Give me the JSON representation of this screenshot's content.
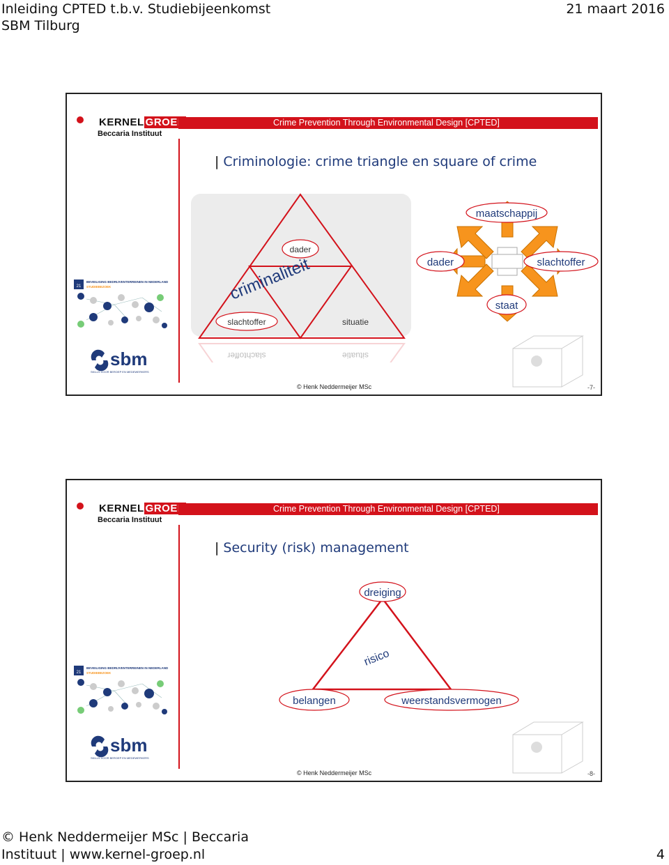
{
  "header": {
    "title": "Inleiding CPTED t.b.v. Studiebijeenkomst",
    "date": "21 maart 2016",
    "location": "SBM Tilburg"
  },
  "slides": [
    {
      "brand_kernel": "KERNEL",
      "brand_groep": "GROEP",
      "brand_sub": "Beccaria Instituut",
      "banner": "Crime Prevention Through Environmental Design [CPTED]",
      "title": "Criminologie: crime triangle en square of crime",
      "triangle": {
        "top": "dader",
        "center": "criminaliteit",
        "left": "slachtoffer",
        "right": "situatie"
      },
      "square": {
        "top": "staat",
        "left": "dader",
        "right": "slachtoffer",
        "bottom": "maatschappij"
      },
      "book_title": "BEVEILIGING BEDRIJVENTERREINEN IN NEDERLAND",
      "book_sub": "STUDIEBEZOEK",
      "book_num": "21",
      "sbm_tagline": "SKILLS VOOR BEROEP EN MEDEWERKERS",
      "sbm_logo": "sbm",
      "copyright": "© Henk Neddermeijer MSc",
      "page": "-7-"
    },
    {
      "brand_kernel": "KERNEL",
      "brand_groep": "GROEP",
      "brand_sub": "Beccaria Instituut",
      "banner": "Crime Prevention Through Environmental Design [CPTED]",
      "title": "Security (risk) management",
      "risk": {
        "top": "dreiging",
        "center": "risico",
        "left": "belangen",
        "right": "weerstandsvermogen"
      },
      "book_title": "BEVEILIGING BEDRIJVENTERREINEN IN NEDERLAND",
      "book_sub": "STUDIEBEZOEK",
      "book_num": "21",
      "sbm_tagline": "SKILLS VOOR BEROEP EN MEDEWERKERS",
      "sbm_logo": "sbm",
      "copyright": "© Henk Neddermeijer MSc",
      "page": "-8-"
    }
  ],
  "footer": {
    "line1": "© Henk Neddermeijer MSc | Beccaria",
    "line2": "Instituut | www.kernel-groep.nl",
    "page": "4"
  },
  "colors": {
    "accent": "#d3121b",
    "orange": "#f7941d",
    "navy": "#1f3a7a"
  }
}
